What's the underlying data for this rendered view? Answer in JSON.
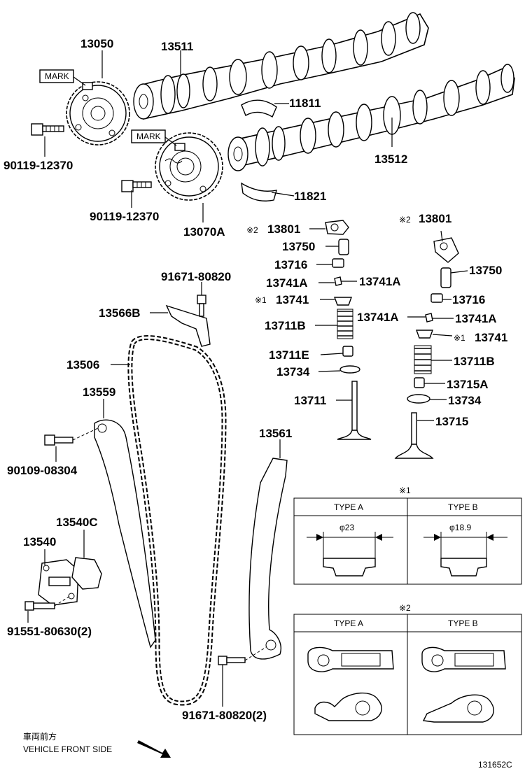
{
  "labels": {
    "p13050": "13050",
    "p13511": "13511",
    "mark1": "MARK",
    "mark2": "MARK",
    "p11811": "11811",
    "p13512": "13512",
    "p90119a": "90119-12370",
    "p90119b": "90119-12370",
    "p11821": "11821",
    "p13070a": "13070A",
    "p13801l": "13801",
    "p13801r": "13801",
    "p13750l": "13750",
    "p13750r": "13750",
    "p13716l": "13716",
    "p13716r": "13716",
    "p13741a1": "13741A",
    "p13741a2": "13741A",
    "p13741a3": "13741A",
    "p13741a4": "13741A",
    "p13741l": "13741",
    "p13741r": "13741",
    "p13711b1": "13711B",
    "p13711b2": "13711B",
    "p13711e": "13711E",
    "p13715a": "13715A",
    "p13734l": "13734",
    "p13734r": "13734",
    "p13711": "13711",
    "p13715": "13715",
    "p91671a": "91671-80820",
    "p13566b": "13566B",
    "p13506": "13506",
    "p13559": "13559",
    "p13561": "13561",
    "p90109": "90109-08304",
    "p13540c": "13540C",
    "p13540": "13540",
    "p91551": "91551-80630(2)",
    "p91671b": "91671-80820(2)",
    "ref1": "※1",
    "ref2": "※2",
    "ref1b": "※1",
    "ref2b": "※2",
    "ref2c": "※2",
    "ref1c": "※1",
    "vehicle_jp": "車両前方",
    "vehicle_en": "VEHICLE FRONT SIDE",
    "diagram_no": "131652C"
  },
  "table1": {
    "title": "※1",
    "type_a": "TYPE A",
    "type_b": "TYPE B",
    "dim_a": "φ23",
    "dim_b": "φ18.9"
  },
  "table2": {
    "title": "※2",
    "type_a": "TYPE A",
    "type_b": "TYPE B"
  }
}
